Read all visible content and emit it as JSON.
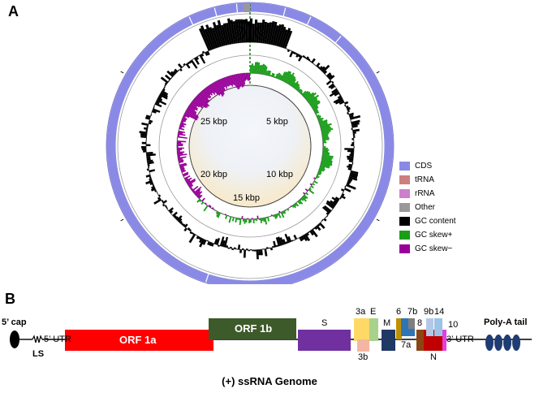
{
  "panel_a": {
    "label": "A",
    "ticks": [
      "5 kbp",
      "10 kbp",
      "15 kbp",
      "20 kbp",
      "25 kbp"
    ],
    "legend": [
      {
        "label": "CDS",
        "color": "#8a8ae6"
      },
      {
        "label": "tRNA",
        "color": "#cc7f7f"
      },
      {
        "label": "rRNA",
        "color": "#cc7fcc"
      },
      {
        "label": "Other",
        "color": "#999999"
      },
      {
        "label": "GC content",
        "color": "#000000"
      },
      {
        "label": "GC skew+",
        "color": "#1a9e1a"
      },
      {
        "label": "GC skew−",
        "color": "#990099"
      }
    ]
  },
  "panel_b": {
    "label": "B",
    "cap": "5’ cap",
    "leader": "LS",
    "utr5": "5’ UTR",
    "utr3": "3’ UTR",
    "polya": "Poly-A tail",
    "genes": {
      "orf1a": "ORF 1a",
      "orf1b": "ORF 1b",
      "s": "S",
      "g3a": "3a",
      "g3b": "3b",
      "e": "E",
      "m": "M",
      "g6": "6",
      "g7a": "7a",
      "g7b": "7b",
      "g8": "8",
      "g9b": "9b",
      "g14": "14",
      "n": "N",
      "g10": "10"
    },
    "colors": {
      "orf1a": "#ff0000",
      "orf1b": "#3d5a2a",
      "s": "#7030a0",
      "g3a": "#ffd966",
      "g3b": "#f4b6a2",
      "e": "#a9d18e",
      "m": "#1f3864",
      "g6": "#c09000",
      "g7a": "#2e75b6",
      "g7b": "#7f7f7f",
      "g8": "#8b4513",
      "g9b": "#b4c7e7",
      "g14": "#9dc3e6",
      "n": "#c00000",
      "g10": "#e040e0"
    },
    "caption": "(+) ssRNA Genome"
  }
}
